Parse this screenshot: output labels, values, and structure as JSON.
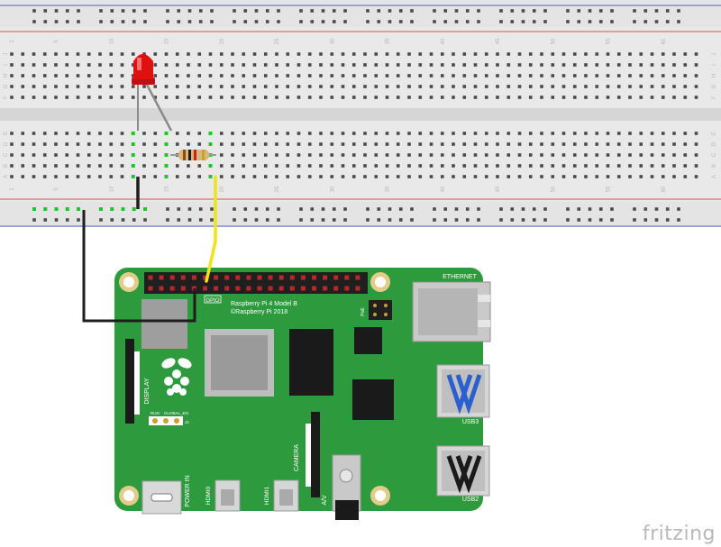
{
  "breadboard": {
    "row_letters_top": [
      "J",
      "I",
      "H",
      "G",
      "F"
    ],
    "row_letters_bottom": [
      "E",
      "D",
      "C",
      "B",
      "A"
    ],
    "column_numbers": [
      "1",
      "5",
      "10",
      "15",
      "20",
      "25",
      "30",
      "35",
      "40",
      "45",
      "50",
      "55",
      "60"
    ]
  },
  "board": {
    "model_line1": "Raspberry Pi 4 Model B",
    "model_line2": "©Raspberry Pi 2018",
    "gpio_label": "GPIO",
    "ethernet_label": "ETHERNET",
    "usb3_label": "USB3",
    "usb2_label": "USB2",
    "display_label": "DISPLAY",
    "camera_label": "CAMERA",
    "av_label": "A/V",
    "power_label": "POWER IN",
    "hdmi0_label": "HDMI0",
    "hdmi1_label": "HDMI1",
    "run_label": "RUN",
    "global_en_label": "GLOBAL_EN",
    "j2_label": "J2",
    "poe_label": "PoE"
  },
  "watermark": "fritzing",
  "colors": {
    "pcb": "#2d9a3e",
    "breadboard": "#e9e9e9",
    "wire_yellow": "#f0e31a",
    "wire_black": "#1e1e1e",
    "led": "#e01010",
    "rail_red": "#e05050",
    "rail_blue": "#5060d0"
  }
}
